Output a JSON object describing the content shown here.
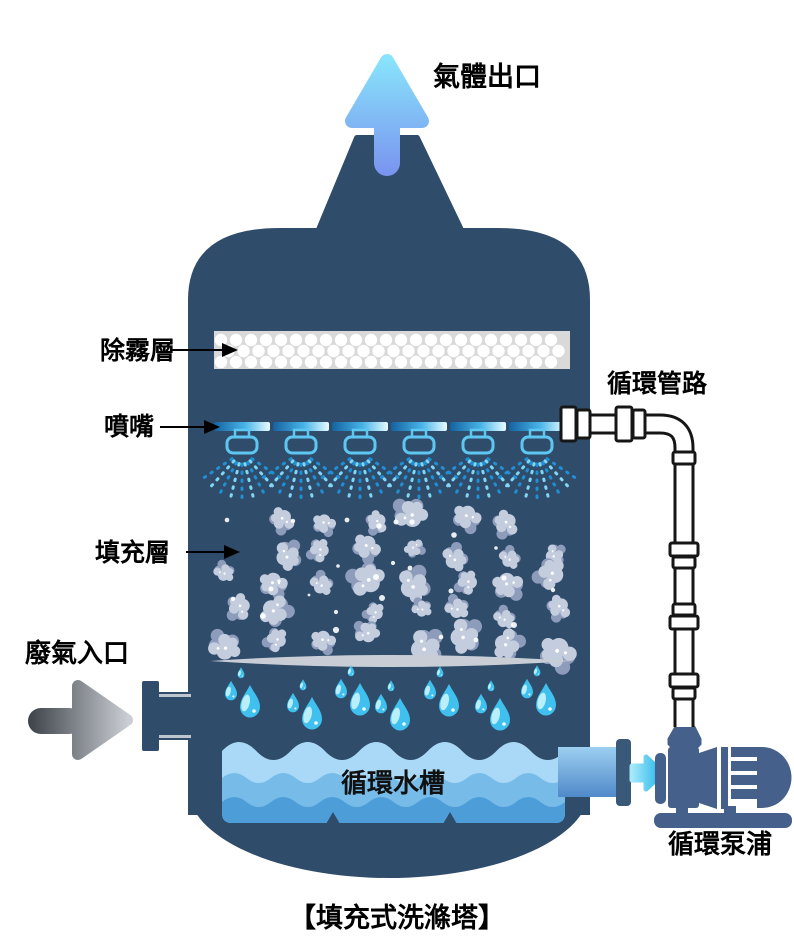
{
  "title": "【填充式洗滌塔】",
  "labels": {
    "gas_outlet": "氣體出口",
    "demister": "除霧層",
    "nozzles": "噴嘴",
    "packing": "填充層",
    "gas_inlet": "廢氣入口",
    "circulation_pipe": "循環管路",
    "water_tank": "循環水槽",
    "pump": "循環泵浦"
  },
  "colors": {
    "background": "#ffffff",
    "tower": "#2f4c6a",
    "gas_outlet_arrow_bottom": "#7a93ef",
    "gas_outlet_arrow_top": "#88e4fb",
    "gas_inlet_arrow_dark": "#3c4249",
    "gas_inlet_arrow_light": "#caced4",
    "demister_panel": "#d9d9d9",
    "demister_dot": "#ffffff",
    "spray_header_dark": "#15629f",
    "spray_header_mid": "#47b4e8",
    "spray_header_light": "#e8fbff",
    "nozzle_outline": "#5ec7f1",
    "spray": [
      "#1f8fd6",
      "#7fd7f5"
    ],
    "packing_light": "#c4cdde",
    "packing_dark": "#8e9cbc",
    "support_plate": "#c9ced6",
    "drop_light": "#b9eefb",
    "drop_dark": "#3fc0ee",
    "water_layers": [
      "#a9d9f6",
      "#77bce8",
      "#4d9ed8"
    ],
    "outlet_pipe_light": "#9ccff0",
    "outlet_pipe_dark": "#5089c9",
    "outlet_flange": "#3a5878",
    "pump_body": "#45608a",
    "pipe_outline": "#161616",
    "pipe_fill": "#ffffff",
    "leader_arrow": "#000000",
    "label_text": "#000000"
  }
}
